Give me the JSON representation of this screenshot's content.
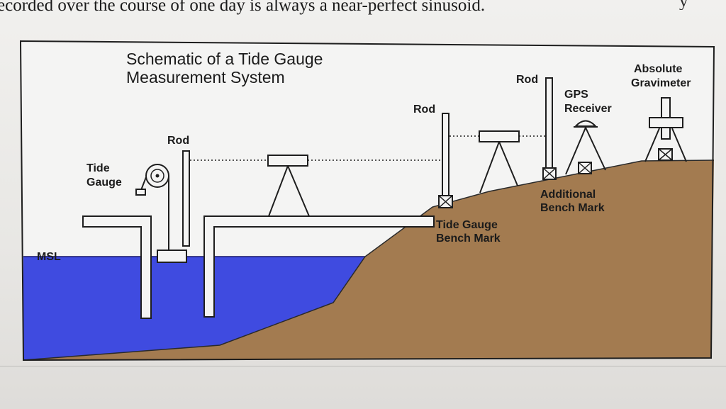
{
  "caption": {
    "text": "ecorded over the course of one day is always a near-perfect sinusoid.",
    "tail": "y"
  },
  "diagram": {
    "title_line1": "Schematic of a Tide Gauge",
    "title_line2": "Measurement System",
    "labels": {
      "tide_gauge_1": "Tide",
      "tide_gauge_2": "Gauge",
      "msl": "MSL",
      "rod_1": "Rod",
      "rod_2": "Rod",
      "rod_3": "Rod",
      "tgbm_1": "Tide Gauge",
      "tgbm_2": "Bench Mark",
      "abm_1": "Additional",
      "abm_2": "Bench Mark",
      "gps_1": "GPS",
      "gps_2": "Receiver",
      "grav_1": "Absolute",
      "grav_2": "Gravimeter"
    },
    "colors": {
      "water": "#3f4be0",
      "land": "#a37b50",
      "frame": "#202020",
      "paper": "#f4f4f3"
    }
  }
}
